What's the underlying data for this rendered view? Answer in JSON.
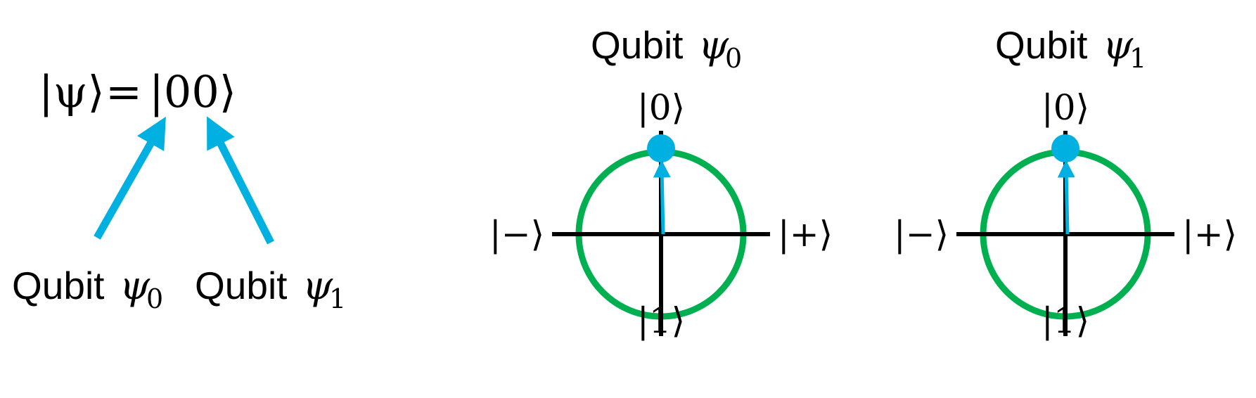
{
  "colors": {
    "circle": "#00b050",
    "vector": "#00b0e0",
    "axis": "#000000"
  },
  "formula": {
    "lhs": "|ψ⟩",
    "eq": "=",
    "rhs": "|00⟩"
  },
  "left_labels": [
    {
      "prefix": "Qubit",
      "symbol": "ψ",
      "sub": "0"
    },
    {
      "prefix": "Qubit",
      "symbol": "ψ",
      "sub": "1"
    }
  ],
  "qubits": [
    {
      "title_prefix": "Qubit",
      "symbol": "ψ",
      "sub": "0",
      "top": "|0⟩",
      "bottom": "|1⟩",
      "left": "|−⟩",
      "right": "|+⟩",
      "state": "|0⟩"
    },
    {
      "title_prefix": "Qubit",
      "symbol": "ψ",
      "sub": "1",
      "top": "|0⟩",
      "bottom": "|1⟩",
      "left": "|−⟩",
      "right": "|+⟩",
      "state": "|0⟩"
    }
  ]
}
